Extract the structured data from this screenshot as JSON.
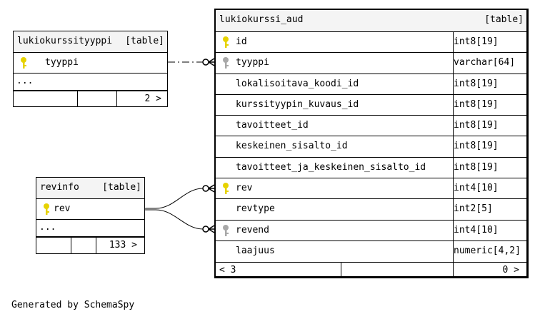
{
  "tables": {
    "main": {
      "name": "lukiokurssi_aud",
      "kind": "[table]",
      "columns": [
        {
          "name": "id",
          "type": "int8[19]",
          "key": "primary"
        },
        {
          "name": "tyyppi",
          "type": "varchar[64]",
          "key": "foreign"
        },
        {
          "name": "lokalisoitava_koodi_id",
          "type": "int8[19]",
          "key": ""
        },
        {
          "name": "kurssityypin_kuvaus_id",
          "type": "int8[19]",
          "key": ""
        },
        {
          "name": "tavoitteet_id",
          "type": "int8[19]",
          "key": ""
        },
        {
          "name": "keskeinen_sisalto_id",
          "type": "int8[19]",
          "key": ""
        },
        {
          "name": "tavoitteet_ja_keskeinen_sisalto_id",
          "type": "int8[19]",
          "key": ""
        },
        {
          "name": "rev",
          "type": "int4[10]",
          "key": "primary"
        },
        {
          "name": "revtype",
          "type": "int2[5]",
          "key": ""
        },
        {
          "name": "revend",
          "type": "int4[10]",
          "key": "foreign"
        },
        {
          "name": "laajuus",
          "type": "numeric[4,2]",
          "key": ""
        }
      ],
      "footer": {
        "left": "< 3",
        "right": "0 >"
      }
    },
    "tyyppi": {
      "name": "lukiokurssityyppi",
      "kind": "[table]",
      "column": "tyyppi",
      "ellipsis": "...",
      "footer_right": "2 >"
    },
    "revinfo": {
      "name": "revinfo",
      "kind": "[table]",
      "column": "rev",
      "ellipsis": "...",
      "footer_right": "133 >"
    }
  },
  "credit": "Generated by SchemaSpy",
  "colors": {
    "primary_key": "#e6d200",
    "foreign_key": "#a8a8a8",
    "header_bg": "#f4f4f4"
  }
}
